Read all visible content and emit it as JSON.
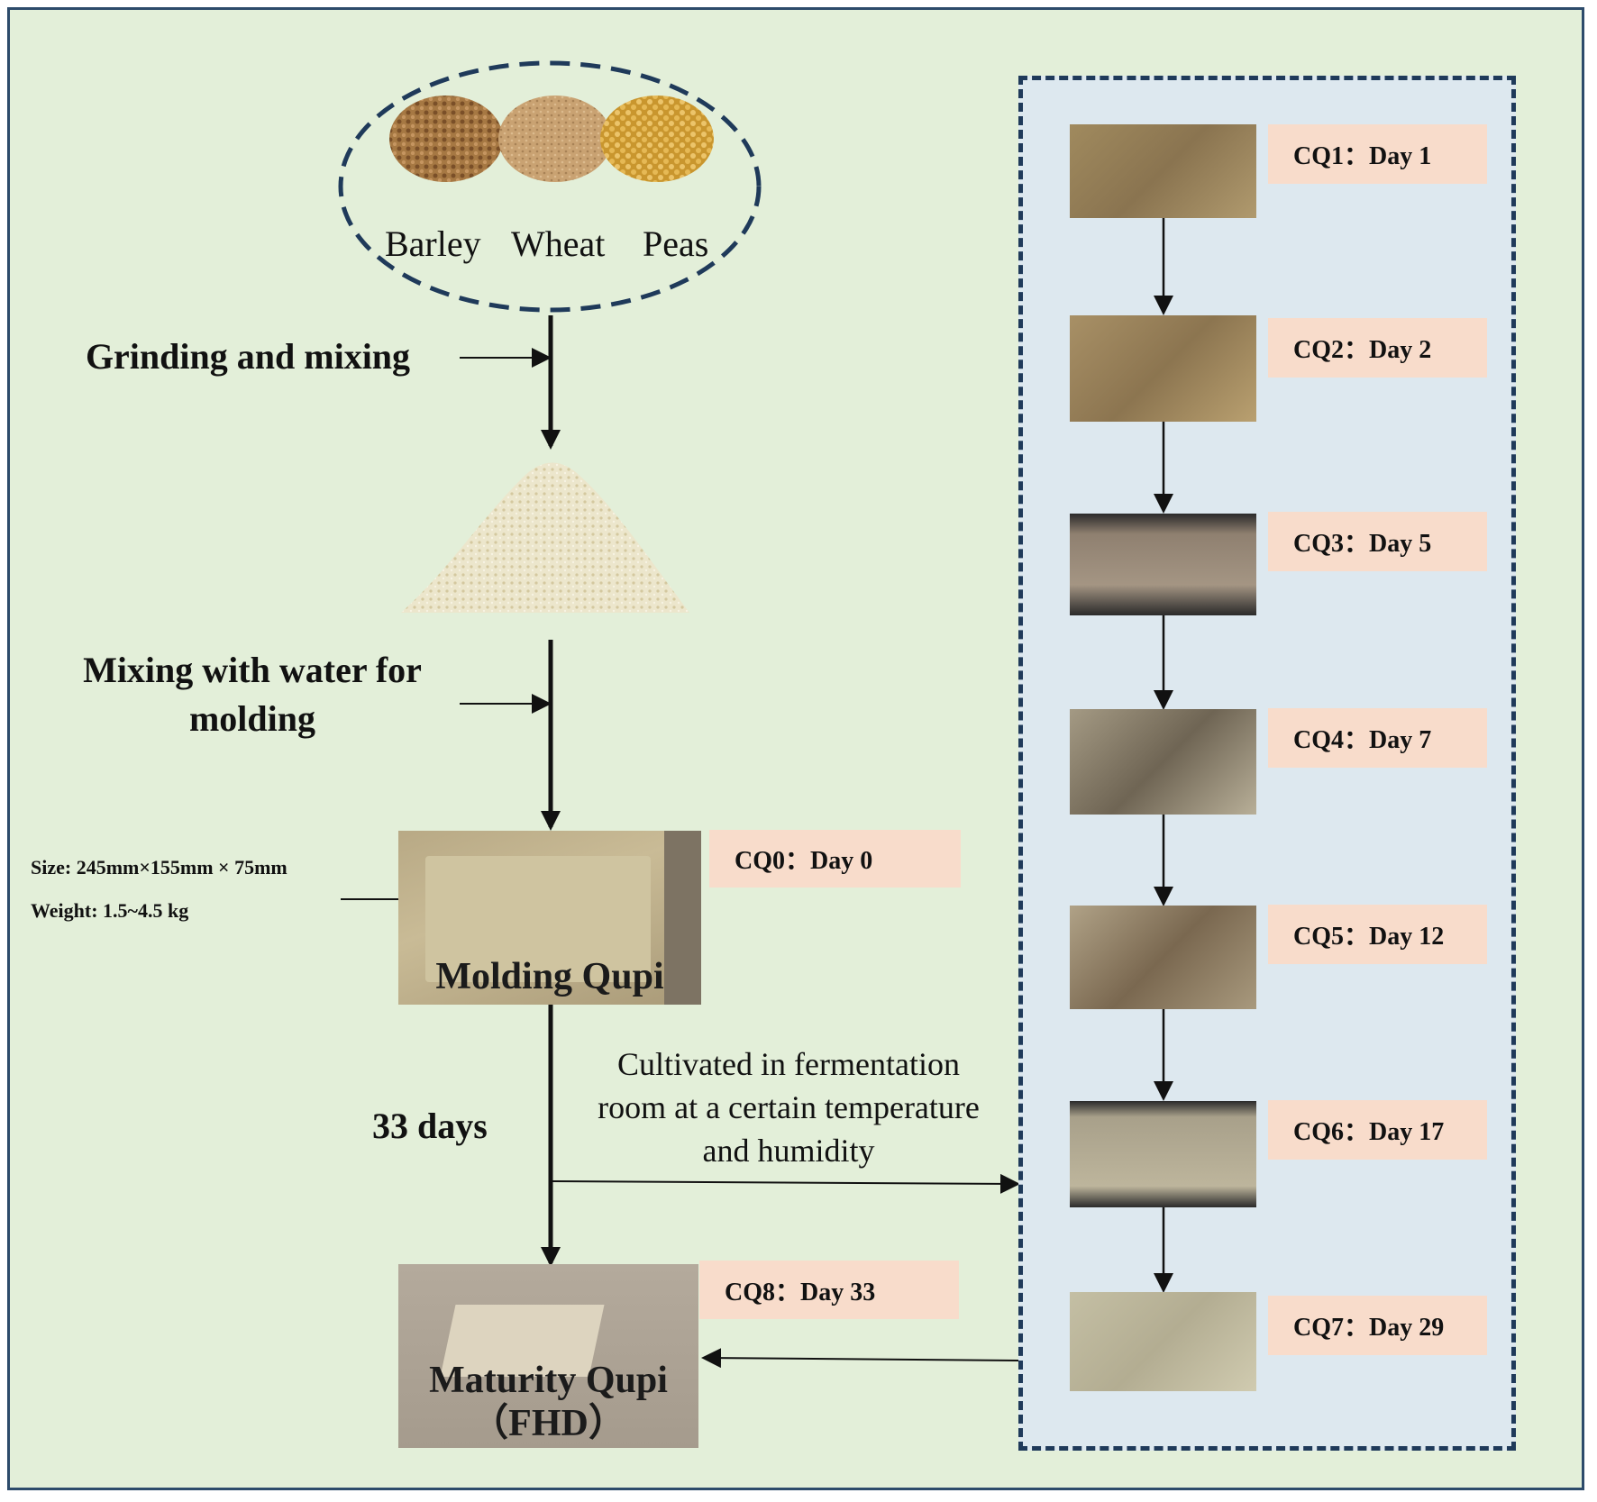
{
  "grains": [
    {
      "label": "Barley",
      "color": "#a67843"
    },
    {
      "label": "Wheat",
      "color": "#c9a272"
    },
    {
      "label": "Peas",
      "color": "#dcb154"
    }
  ],
  "steps": {
    "grinding": "Grinding and mixing",
    "mixing_line1": "Mixing with water for",
    "mixing_line2": "molding",
    "molding_caption": "Molding Qupi",
    "days": "33 days",
    "maturity_line1": "Maturity Qupi",
    "maturity_line2": "（FHD）"
  },
  "specs": {
    "size": "Size: 245mm×155mm × 75mm",
    "weight": "Weight: 1.5~4.5 kg"
  },
  "cultivation_note": {
    "line1": "Cultivated in fermentation",
    "line2": "room at a certain temperature",
    "line3": "and humidity"
  },
  "tags": {
    "cq0": "CQ0：Day 0",
    "cq8": "CQ8：Day 33"
  },
  "samples": [
    {
      "tag": "CQ1：Day 1",
      "color": "#a08a5e"
    },
    {
      "tag": "CQ2：Day 2",
      "color": "#a89066"
    },
    {
      "tag": "CQ3：Day 5",
      "color": "#8f8070"
    },
    {
      "tag": "CQ4：Day 7",
      "color": "#a49a84"
    },
    {
      "tag": "CQ5：Day 12",
      "color": "#9c8a72"
    },
    {
      "tag": "CQ6：Day 17",
      "color": "#a8a08a"
    },
    {
      "tag": "CQ7：Day 29",
      "color": "#c4bfa4"
    }
  ],
  "colors": {
    "background": "#e3efd9",
    "panel": "#dde8ef",
    "tag": "#f8dccb",
    "border": "#1f3a5a"
  }
}
